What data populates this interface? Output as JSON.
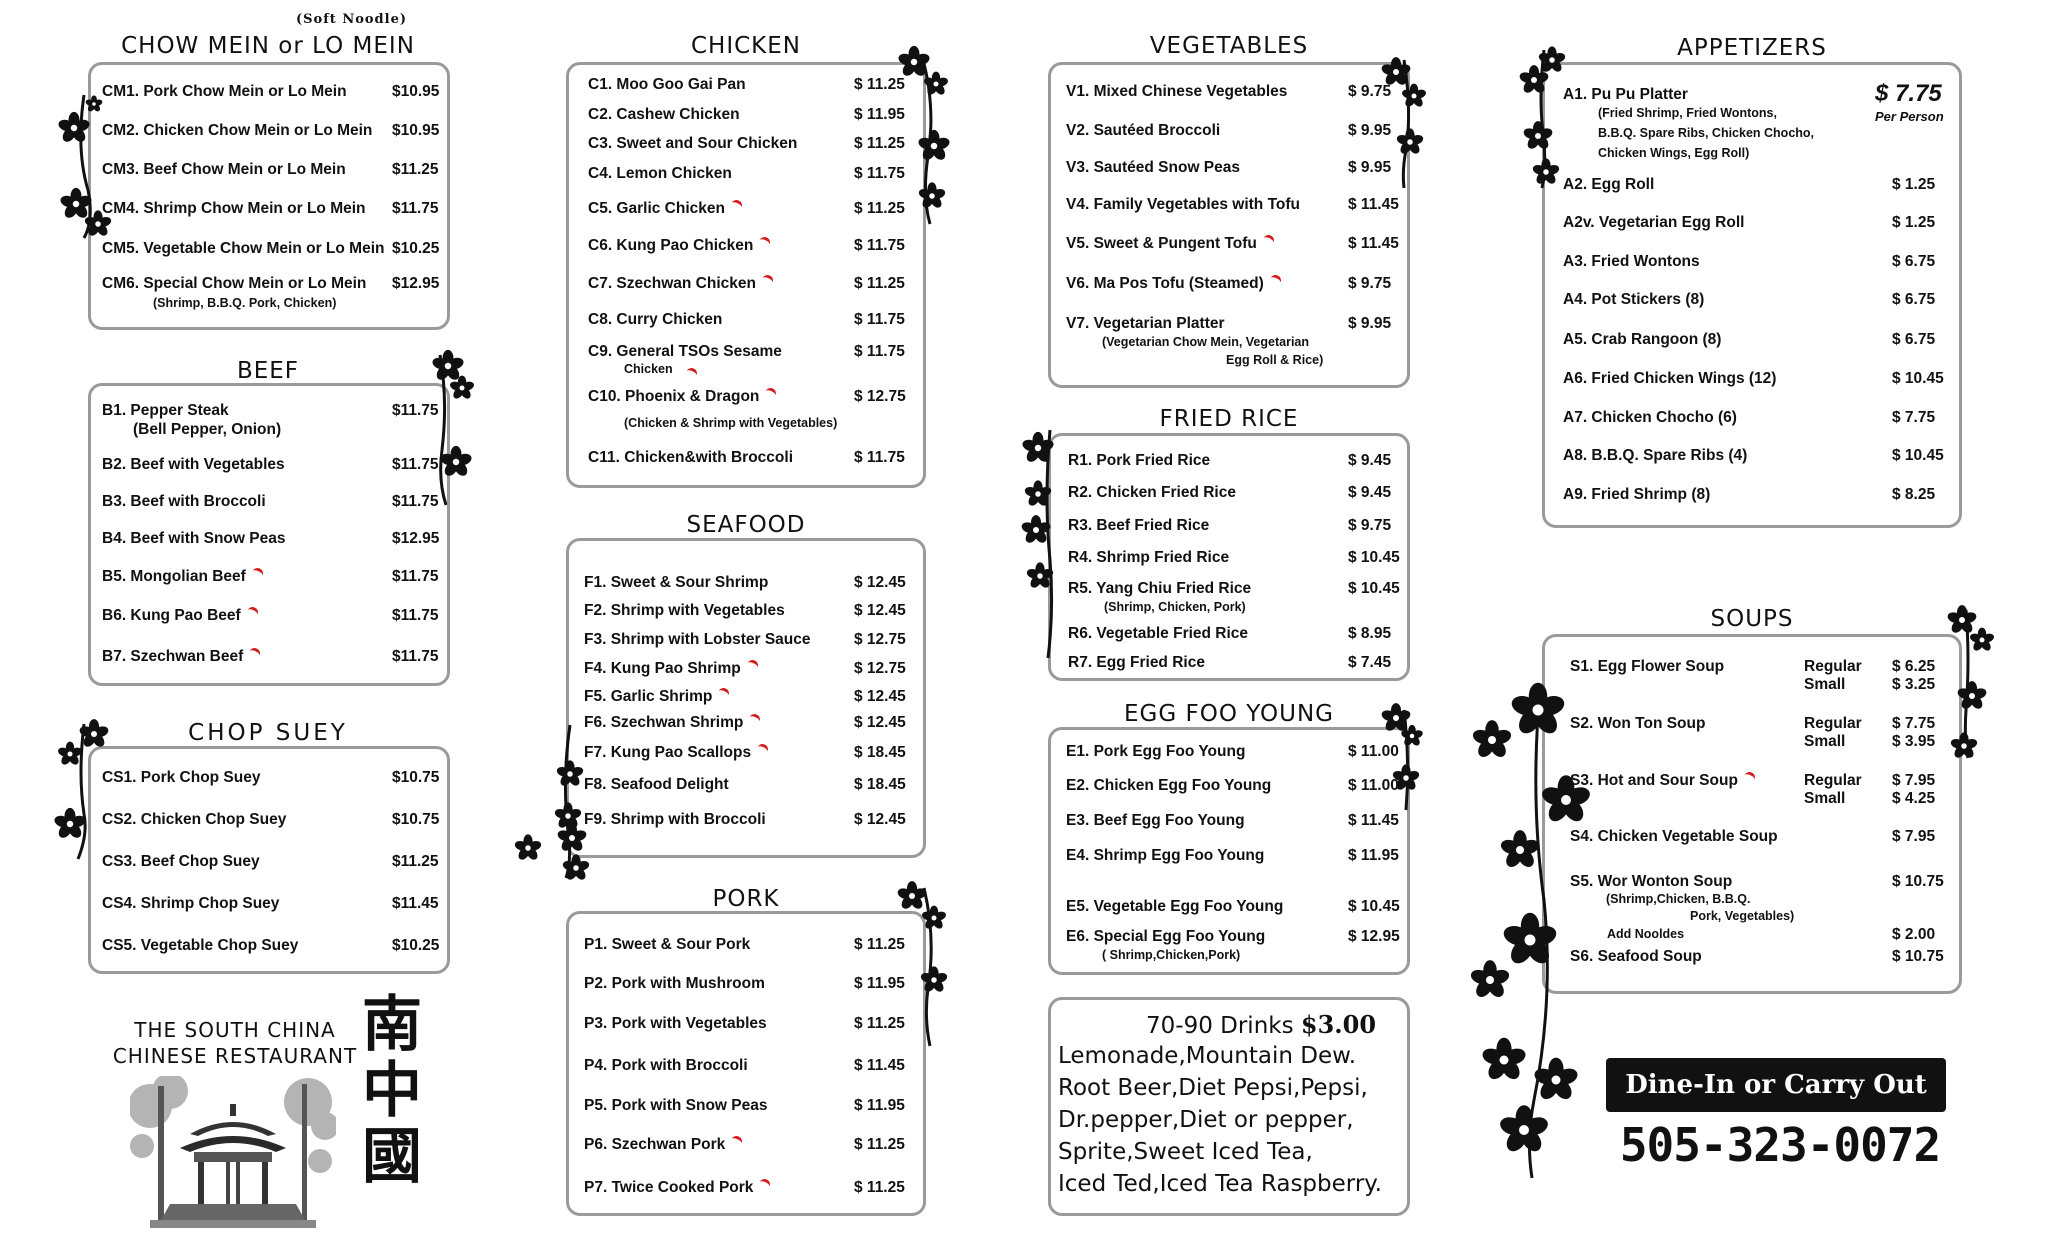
{
  "chow_mein": {
    "note": "(Soft Noodle)",
    "title": "CHOW MEIN or LO MEIN",
    "items": [
      {
        "name": "CM1.  Pork Chow Mein or Lo Mein",
        "price": "$10.95"
      },
      {
        "name": "CM2.  Chicken Chow Mein or Lo Mein",
        "price": "$10.95"
      },
      {
        "name": "CM3.  Beef Chow Mein or Lo Mein",
        "price": "$11.25"
      },
      {
        "name": "CM4.  Shrimp Chow Mein or Lo Mein",
        "price": "$11.75"
      },
      {
        "name": "CM5.  Vegetable Chow Mein or Lo Mein",
        "price": "$10.25"
      },
      {
        "name": "CM6.   Special Chow Mein or Lo Mein",
        "price": "$12.95"
      }
    ],
    "cm6_sub": "(Shrimp, B.B.Q. Pork, Chicken)"
  },
  "beef": {
    "title": "BEEF",
    "items": [
      {
        "name": "B1.  Pepper Steak",
        "price": "$11.75"
      },
      {
        "name": "B2.  Beef with Vegetables",
        "price": "$11.75"
      },
      {
        "name": "B3.  Beef with Broccoli",
        "price": "$11.75"
      },
      {
        "name": "B4.  Beef with Snow Peas",
        "price": "$12.95"
      },
      {
        "name": "B5.  Mongolian Beef",
        "price": "$11.75"
      },
      {
        "name": "B6.  Kung Pao Beef",
        "price": "$11.75"
      },
      {
        "name": "B7.  Szechwan  Beef",
        "price": "$11.75"
      }
    ],
    "b1_sub": "(Bell Pepper, Onion)"
  },
  "chop_suey": {
    "title": "CHOP SUEY",
    "items": [
      {
        "name": "CS1.    Pork Chop Suey",
        "price": "$10.75"
      },
      {
        "name": "CS2.    Chicken Chop Suey",
        "price": "$10.75"
      },
      {
        "name": "CS3.    Beef Chop Suey",
        "price": "$11.25"
      },
      {
        "name": "CS4.    Shrimp Chop Suey",
        "price": "$11.45"
      },
      {
        "name": "CS5.    Vegetable Chop Suey",
        "price": "$10.25"
      }
    ]
  },
  "restaurant": {
    "line1": "THE SOUTH CHINA",
    "line2": "CHINESE RESTAURANT",
    "chinese": [
      "南",
      "中",
      "國"
    ]
  },
  "chicken": {
    "title": "CHICKEN",
    "items": [
      {
        "name": "C1.   Moo Goo Gai Pan",
        "price": "$ 11.25"
      },
      {
        "name": "C2.   Cashew Chicken",
        "price": "$ 11.95"
      },
      {
        "name": "C3.   Sweet and Sour Chicken",
        "price": "$ 11.25"
      },
      {
        "name": "C4.   Lemon Chicken",
        "price": "$ 11.75"
      },
      {
        "name": "C5.   Garlic Chicken",
        "price": "$ 11.25"
      },
      {
        "name": "C6.   Kung Pao Chicken",
        "price": "$ 11.75"
      },
      {
        "name": "C7.   Szechwan  Chicken",
        "price": "$ 11.25"
      },
      {
        "name": "C8.   Curry  Chicken",
        "price": "$ 11.75"
      },
      {
        "name": "C9.   General TSOs Sesame",
        "price": "$ 11.75"
      },
      {
        "name": "C10. Phoenix & Dragon",
        "price": "$ 12.75"
      },
      {
        "name": "C11.  Chicken&with Broccoli",
        "price": "$ 11.75"
      }
    ],
    "c9_sub": "Chicken",
    "c10_sub": "(Chicken & Shrimp with Vegetables)"
  },
  "seafood": {
    "title": "SEAFOOD",
    "items": [
      {
        "name": "F1.  Sweet & Sour Shrimp",
        "price": "$ 12.45"
      },
      {
        "name": "F2.  Shrimp with Vegetables",
        "price": "$ 12.45"
      },
      {
        "name": "F3.  Shrimp with Lobster Sauce",
        "price": "$ 12.75"
      },
      {
        "name": "F4.  Kung Pao Shrimp",
        "price": "$ 12.75"
      },
      {
        "name": "F5.  Garlic Shrimp",
        "price": "$ 12.45"
      },
      {
        "name": "F6.  Szechwan  Shrimp",
        "price": "$ 12.45"
      },
      {
        "name": "F7.  Kung Pao Scallops",
        "price": "$ 18.45"
      },
      {
        "name": "F8.  Seafood Delight",
        "price": "$ 18.45"
      },
      {
        "name": "F9.  Shrimp with Broccoli",
        "price": "$ 12.45"
      }
    ]
  },
  "pork": {
    "title": "PORK",
    "items": [
      {
        "name": "P1.  Sweet & Sour Pork",
        "price": "$ 11.25"
      },
      {
        "name": "P2.  Pork with Mushroom",
        "price": "$ 11.95"
      },
      {
        "name": "P3.  Pork with Vegetables",
        "price": "$ 11.25"
      },
      {
        "name": "P4.  Pork with Broccoli",
        "price": "$ 11.45"
      },
      {
        "name": "P5.  Pork with Snow Peas",
        "price": "$ 11.95"
      },
      {
        "name": "P6.  Szechwan  Pork",
        "price": "$ 11.25"
      },
      {
        "name": "P7.  Twice Cooked Pork",
        "price": "$ 11.25"
      }
    ]
  },
  "vegetables": {
    "title": "VEGETABLES",
    "items": [
      {
        "name": "V1.   Mixed Chinese Vegetables",
        "price": "$ 9.75"
      },
      {
        "name": "V2.   Sautéed Broccoli",
        "price": "$ 9.95"
      },
      {
        "name": "V3.   Sautéed Snow Peas",
        "price": "$ 9.95"
      },
      {
        "name": "V4.   Family Vegetables with Tofu",
        "price": "$ 11.45"
      },
      {
        "name": "V5.   Sweet & Pungent Tofu",
        "price": "$ 11.45"
      },
      {
        "name": "V6.   Ma Pos Tofu (Steamed)",
        "price": "$ 9.75"
      },
      {
        "name": "V7.   Vegetarian Platter",
        "price": "$ 9.95"
      }
    ],
    "v7_sub1": "(Vegetarian Chow Mein, Vegetarian",
    "v7_sub2": "Egg Roll & Rice)"
  },
  "fried_rice": {
    "title": "FRIED RICE",
    "items": [
      {
        "name": "R1.   Pork Fried Rice",
        "price": "$ 9.45"
      },
      {
        "name": "R2.   Chicken Fried Rice",
        "price": "$ 9.45"
      },
      {
        "name": "R3.   Beef Fried Rice",
        "price": "$ 9.75"
      },
      {
        "name": "R4.   Shrimp Fried Rice",
        "price": "$ 10.45"
      },
      {
        "name": "R5.   Yang Chiu Fried Rice",
        "price": "$ 10.45"
      },
      {
        "name": "R6.   Vegetable Fried Rice",
        "price": "$ 8.95"
      },
      {
        "name": "R7.    Egg Fried Rice",
        "price": "$ 7.45"
      }
    ],
    "r5_sub": "(Shrimp, Chicken, Pork)"
  },
  "egg_foo_young": {
    "title": "EGG FOO YOUNG",
    "items": [
      {
        "name": "E1.   Pork Egg Foo Young",
        "price": "$ 11.00"
      },
      {
        "name": "E2.   Chicken Egg Foo Young",
        "price": "$ 11.00"
      },
      {
        "name": "E3.   Beef Egg Foo Young",
        "price": "$ 11.45"
      },
      {
        "name": "E4.   Shrimp Egg Foo Young",
        "price": "$ 11.95"
      },
      {
        "name": "E5.   Vegetable Egg Foo Young",
        "price": "$ 10.45"
      },
      {
        "name": "E6.   Special Egg Foo Young",
        "price": "$ 12.95"
      }
    ],
    "e6_sub": "( Shrimp,Chicken,Pork)"
  },
  "drinks": {
    "header": "70-90 Drinks",
    "price": "$3.00",
    "lines": [
      "Lemonade,Mountain Dew.",
      "Root Beer,Diet Pepsi,Pepsi,",
      "Dr.pepper,Diet or pepper,",
      "Sprite,Sweet Iced Tea,",
      "Iced Ted,Iced Tea Raspberry."
    ]
  },
  "appetizers": {
    "title": "APPETIZERS",
    "pupu": {
      "name": "A1.   Pu Pu Platter",
      "price": "$ 7.75",
      "per": "Per Person",
      "sub1": "(Fried Shrimp, Fried Wontons,",
      "sub2": "B.B.Q. Spare  Ribs, Chicken Chocho,",
      "sub3": "Chicken Wings, Egg Roll)"
    },
    "items": [
      {
        "name": "A2.   Egg Roll",
        "price": "$  1.25"
      },
      {
        "name": "A2v.   Vegetarian Egg Roll",
        "price": "$  1.25"
      },
      {
        "name": "A3.   Fried Wontons",
        "price": "$  6.75"
      },
      {
        "name": "A4.   Pot Stickers (8)",
        "price": "$  6.75"
      },
      {
        "name": "A5.   Crab Rangoon (8)",
        "price": "$  6.75"
      },
      {
        "name": "A6.   Fried Chicken Wings (12)",
        "price": "$  10.45"
      },
      {
        "name": "A7.   Chicken Chocho (6)",
        "price": "$  7.75"
      },
      {
        "name": "A8.   B.B.Q. Spare Ribs (4)",
        "price": "$  10.45"
      },
      {
        "name": "A9.   Fried Shrimp (8)",
        "price": "$  8.25"
      }
    ]
  },
  "soups": {
    "title": "SOUPS",
    "regular": "Regular",
    "small": "Small",
    "s1": {
      "name": "S1.    Egg Flower Soup",
      "reg": "$  6.25",
      "sm": "$  3.25"
    },
    "s2": {
      "name": "S2.    Won Ton Soup",
      "reg": "$  7.75",
      "sm": "$  3.95"
    },
    "s3": {
      "name": "S3.    Hot and Sour Soup",
      "reg": "$  7.95",
      "sm": "$  4.25"
    },
    "s4": {
      "name": "S4.    Chicken Vegetable Soup",
      "price": "$  7.95"
    },
    "s5": {
      "name": "S5.    Wor Wonton Soup",
      "price": "$  10.75",
      "sub1": "(Shrimp,Chicken, B.B.Q.",
      "sub2": "Pork, Vegetables)"
    },
    "add": {
      "name": "Add  Nooldes",
      "price": "$  2.00"
    },
    "s6": {
      "name": "S6.    Seafood Soup",
      "price": "$  10.75"
    }
  },
  "footer": {
    "badge": "Dine-In or Carry Out",
    "phone": "505-323-0072"
  },
  "colors": {
    "border": "#9a9a9a",
    "pepper": "#d21d1d",
    "text": "#111111"
  }
}
